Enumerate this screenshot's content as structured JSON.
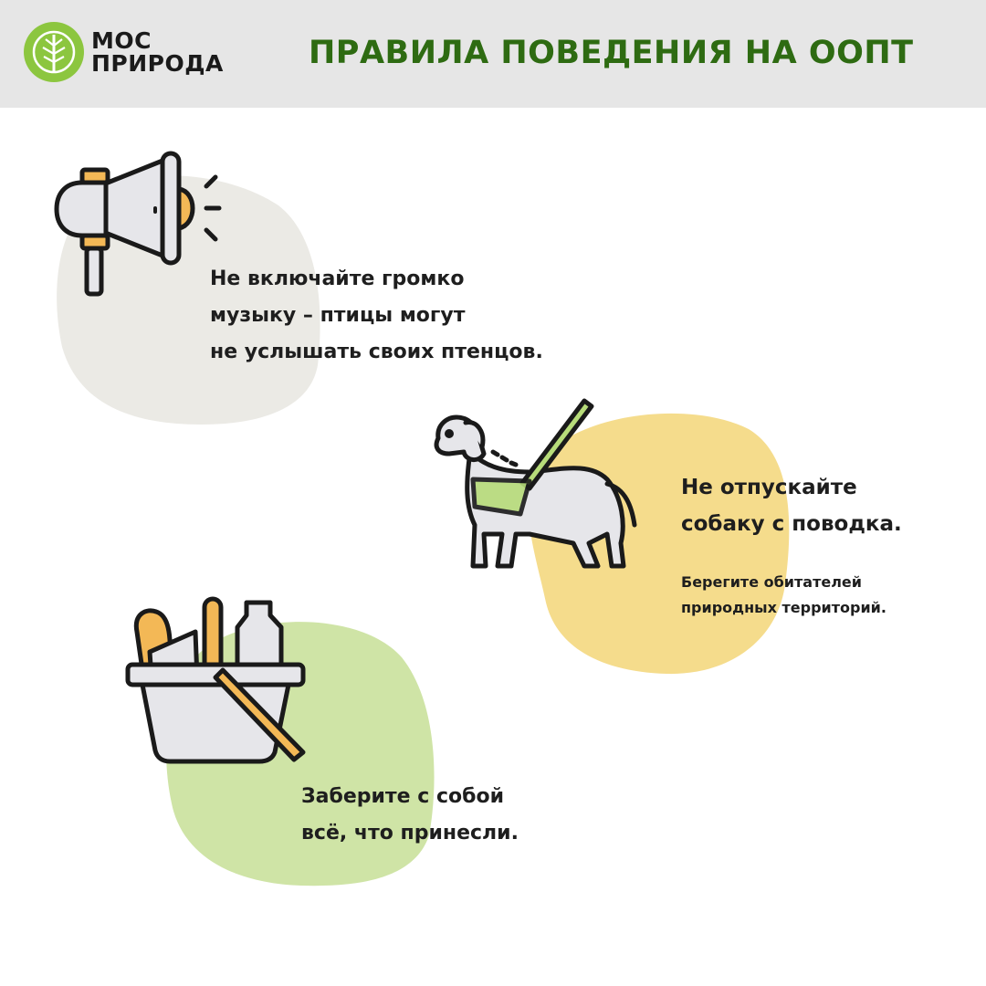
{
  "header": {
    "logo": {
      "line1": "МОС",
      "line2": "ПРИРОДА",
      "icon": "tree-icon",
      "color": "#8cc63f"
    },
    "title": "ПРАВИЛА ПОВЕДЕНИЯ НА ООПТ",
    "title_color": "#2e6b12",
    "background": "#e6e6e6"
  },
  "rules": [
    {
      "icon": "megaphone-icon",
      "blob_color": "#ebeae5",
      "lines": [
        "Не включайте громко",
        "музыку – птицы могут",
        "не услышать своих птенцов."
      ]
    },
    {
      "icon": "dog-on-leash-icon",
      "blob_color": "#f5dc8c",
      "lines": [
        "Не отпускайте",
        "собаку с поводка."
      ],
      "note_lines": [
        "Берегите обитателей",
        "природных территорий."
      ]
    },
    {
      "icon": "picnic-basket-icon",
      "blob_color": "#cfe4a6",
      "lines": [
        "Заберите с собой",
        "всё, что принесли."
      ]
    }
  ]
}
